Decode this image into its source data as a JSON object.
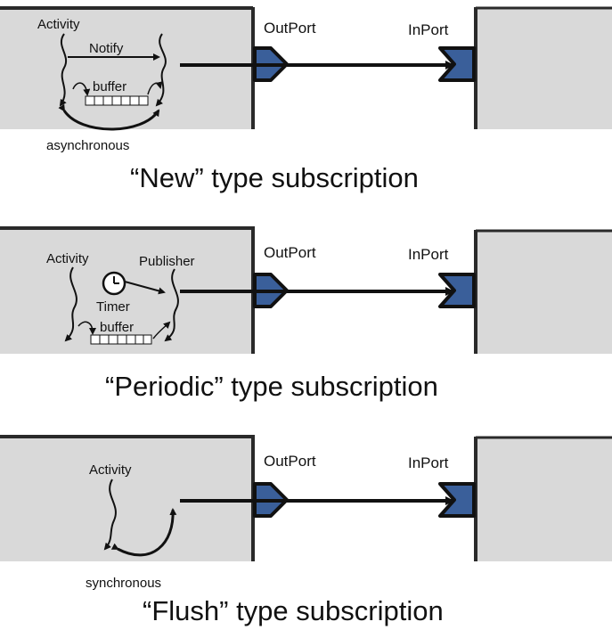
{
  "colors": {
    "component_fill": "#d9d9d9",
    "port_fill": "#3a5f9a",
    "stroke": "#111111",
    "background": "#ffffff"
  },
  "panels": [
    {
      "id": "new",
      "labels": {
        "activity": "Activity",
        "notify": "Notify",
        "buffer": "buffer",
        "asynchronous": "asynchronous"
      },
      "outport": "OutPort",
      "inport": "InPort",
      "caption": "“New” type subscription"
    },
    {
      "id": "periodic",
      "labels": {
        "activity": "Activity",
        "publisher": "Publisher",
        "timer": "Timer",
        "buffer": "buffer",
        "timer_icon": "clock-icon"
      },
      "outport": "OutPort",
      "inport": "InPort",
      "caption": "“Periodic” type subscription"
    },
    {
      "id": "flush",
      "labels": {
        "activity": "Activity",
        "synchronous": "synchronous"
      },
      "outport": "OutPort",
      "inport": "InPort",
      "caption": "“Flush” type subscription"
    }
  ]
}
